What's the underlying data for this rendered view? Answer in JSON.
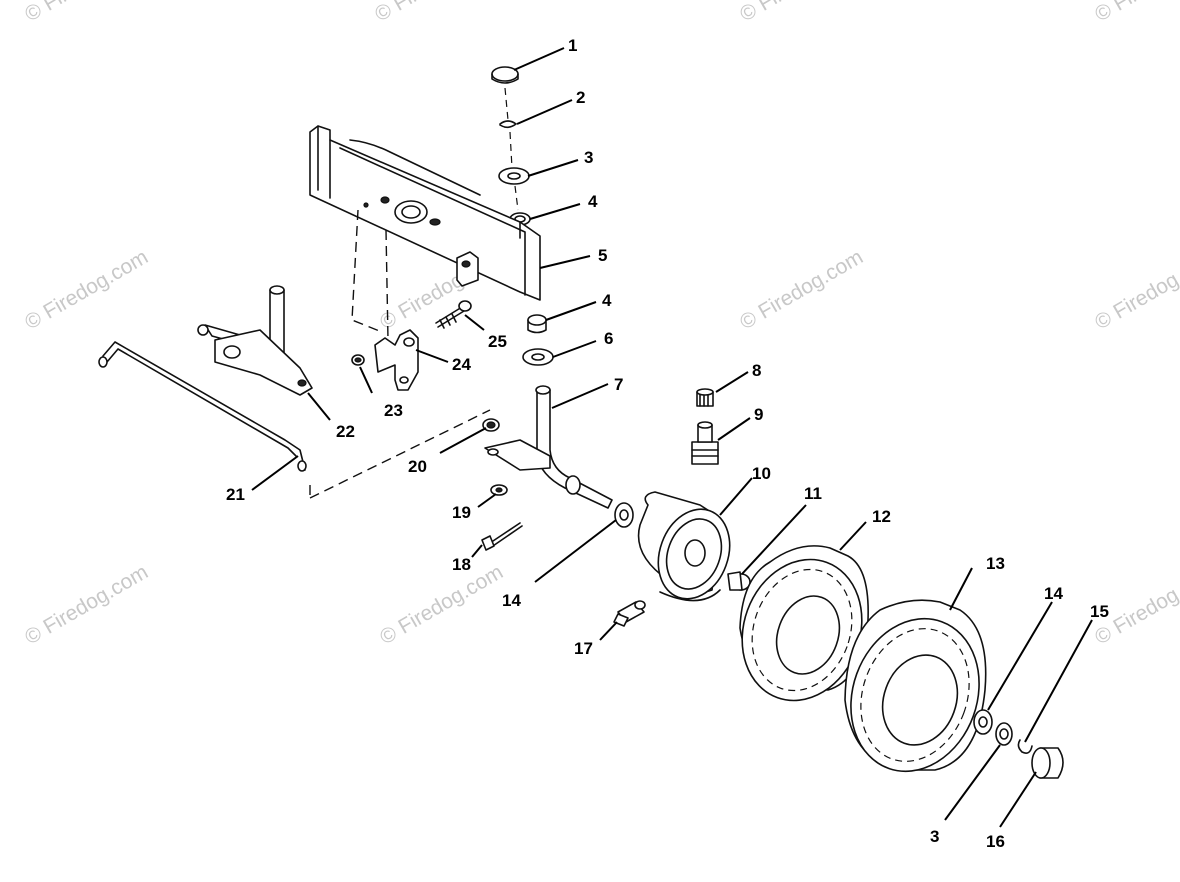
{
  "watermark": {
    "text": "© Firedog.com"
  },
  "parts": {
    "p1": "1",
    "p2": "2",
    "p3a": "3",
    "p4a": "4",
    "p5": "5",
    "p4b": "4",
    "p6": "6",
    "p7": "7",
    "p8": "8",
    "p9": "9",
    "p10": "10",
    "p11": "11",
    "p12": "12",
    "p13": "13",
    "p14a": "14",
    "p14b": "14",
    "p15": "15",
    "p3b": "3",
    "p16": "16",
    "p17": "17",
    "p18": "18",
    "p19": "19",
    "p20": "20",
    "p21": "21",
    "p22": "22",
    "p23": "23",
    "p24": "24",
    "p25": "25"
  }
}
